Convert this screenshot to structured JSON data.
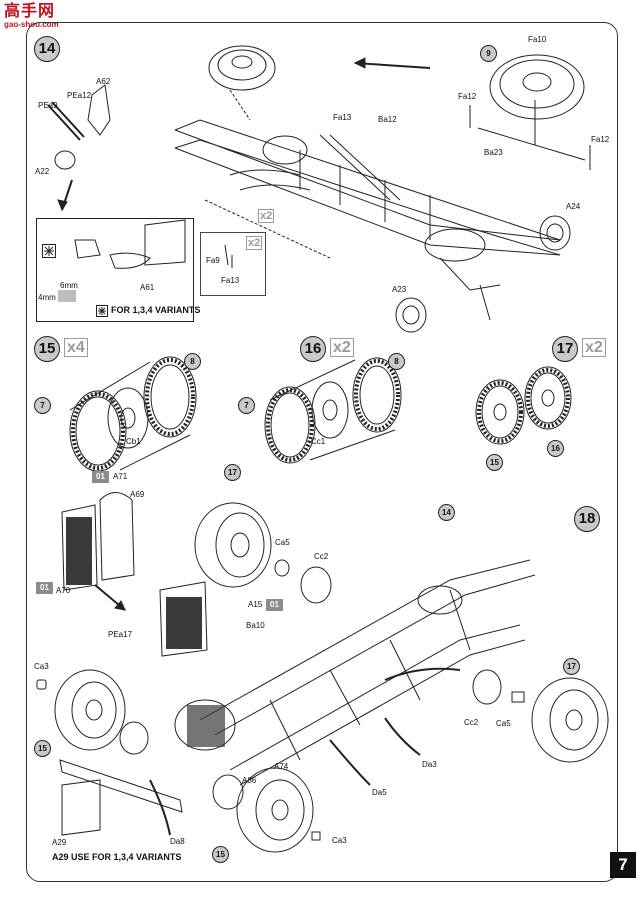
{
  "header": {
    "logo_text": "高手网",
    "logo_url": "gao-shou.com"
  },
  "page_number": "7",
  "steps": [
    {
      "number": "14"
    },
    {
      "number": "15",
      "multiplier": "x4"
    },
    {
      "number": "16",
      "multiplier": "x2"
    },
    {
      "number": "17",
      "multiplier": "x2"
    },
    {
      "number": "18"
    }
  ],
  "step14": {
    "labels": [
      "PEa12",
      "PEa9",
      "A62",
      "A22",
      "Fa13",
      "Ba12",
      "Fa10",
      "Fa12",
      "Fa12",
      "Ba23",
      "A24",
      "A23",
      "A61",
      "Fa9",
      "Fa13"
    ],
    "part_circle": "9",
    "multiplier_small": [
      "x2",
      "x2"
    ],
    "inset_dims": [
      "6mm",
      "4mm"
    ],
    "variant_note": "FOR 1,3,4 VARIANTS"
  },
  "step15": {
    "labels": [
      "Cb1"
    ],
    "parts": [
      "7",
      "8"
    ]
  },
  "step16": {
    "labels": [
      "Cc1"
    ],
    "parts": [
      "7",
      "8"
    ]
  },
  "step17": {
    "parts": [
      "15",
      "16"
    ]
  },
  "step18": {
    "paint_codes": [
      "01",
      "01",
      "01"
    ],
    "labels": [
      "A71",
      "A69",
      "A70",
      "PEa17",
      "Ca5",
      "Cc2",
      "A15",
      "Ba10",
      "Ca3",
      "A74",
      "A86",
      "Da3",
      "Da5",
      "Da8",
      "A29",
      "Cc2",
      "Ca5",
      "Ca3"
    ],
    "part_circles": [
      "17",
      "14",
      "17",
      "15",
      "15"
    ],
    "variant_note": "A29 USE FOR 1,3,4 VARIANTS"
  },
  "colors": {
    "accent": "#c1121f",
    "step_fill": "#c9c9c9",
    "paint_tag": "#8c8c8c"
  }
}
